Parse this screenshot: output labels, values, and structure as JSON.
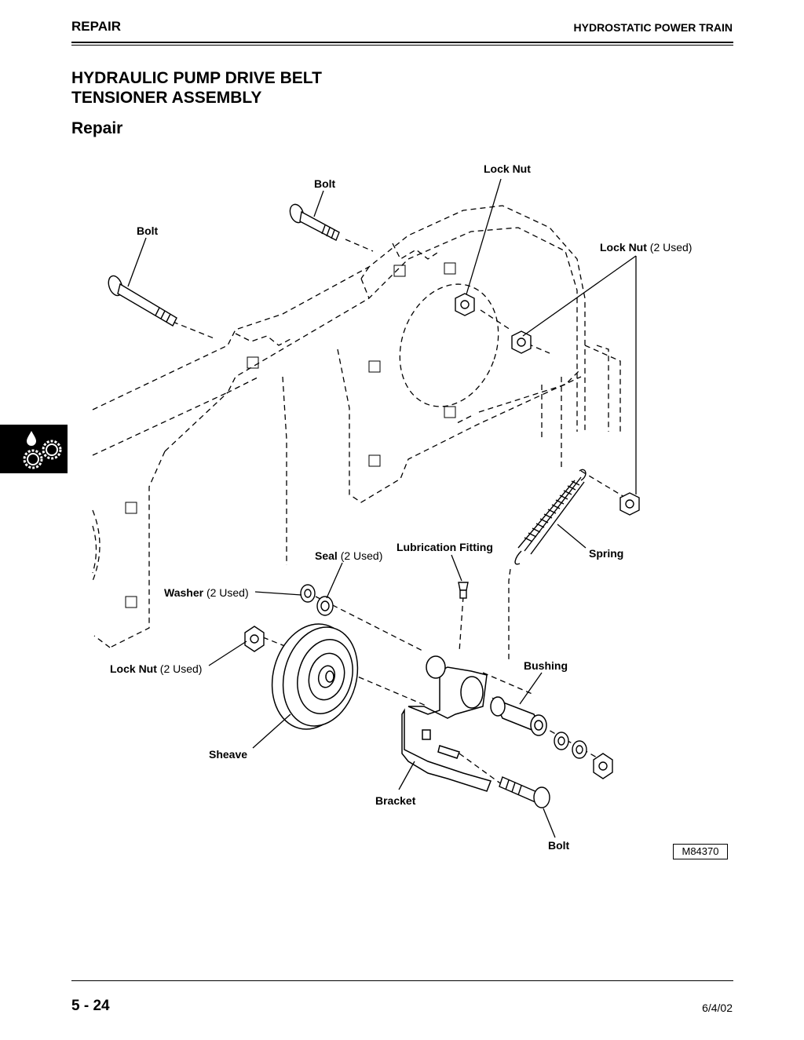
{
  "header": {
    "section": "REPAIR",
    "chapter": "HYDROSTATIC POWER TRAIN"
  },
  "title_line1": "HYDRAULIC PUMP DRIVE BELT",
  "title_line2": "TENSIONER ASSEMBLY",
  "subtitle": "Repair",
  "tab_icon": "hydraulic-gears-icon",
  "labels": {
    "lock_nut_top": "Lock Nut",
    "bolt_upper": "Bolt",
    "bolt_left": "Bolt",
    "lock_nut_2": {
      "name": "Lock Nut",
      "note": " (2 Used)"
    },
    "lubrication_fitting": "Lubrication Fitting",
    "seal": {
      "name": "Seal",
      "note": " (2 Used)"
    },
    "spring": "Spring",
    "washer": {
      "name": "Washer",
      "note": " (2 Used)"
    },
    "lock_nut_left": {
      "name": "Lock Nut",
      "note": " (2 Used)"
    },
    "bushing": "Bushing",
    "sheave": "Sheave",
    "bracket": "Bracket",
    "bolt_bottom": "Bolt"
  },
  "figure_id": "M84370",
  "footer": {
    "page": "5 - 24",
    "date": "6/4/02"
  }
}
